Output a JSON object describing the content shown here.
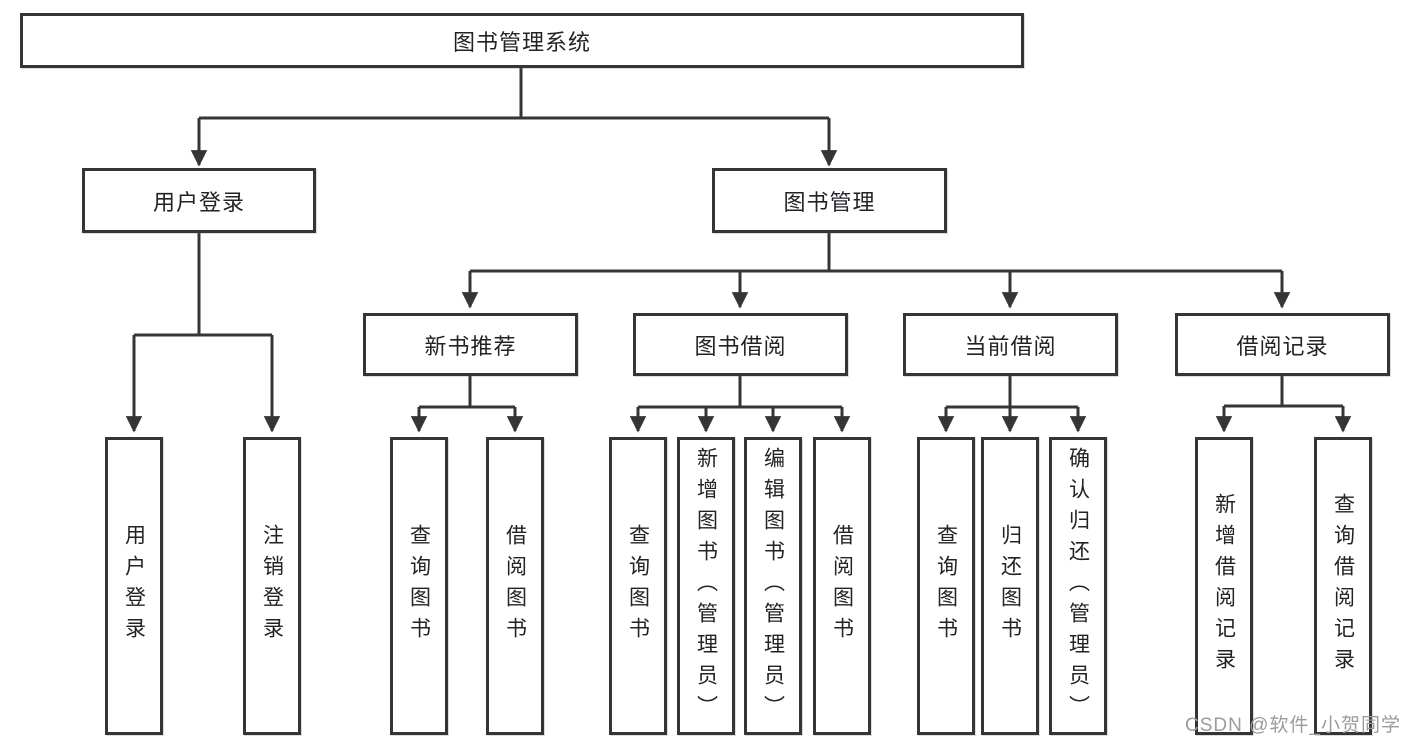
{
  "tree": {
    "root": {
      "label": "图书管理系统"
    },
    "branches": [
      {
        "label": "用户登录",
        "children": [
          {
            "label": "用户登录"
          },
          {
            "label": "注销登录"
          }
        ]
      },
      {
        "label": "图书管理",
        "children": [
          {
            "label": "新书推荐",
            "children": [
              {
                "label": "查询图书"
              },
              {
                "label": "借阅图书"
              }
            ]
          },
          {
            "label": "图书借阅",
            "children": [
              {
                "label": "查询图书"
              },
              {
                "label": "新增图书（管理员）"
              },
              {
                "label": "编辑图书（管理员）"
              },
              {
                "label": "借阅图书"
              }
            ]
          },
          {
            "label": "当前借阅",
            "children": [
              {
                "label": "查询图书"
              },
              {
                "label": "归还图书"
              },
              {
                "label": "确认归还（管理员）"
              }
            ]
          },
          {
            "label": "借阅记录",
            "children": [
              {
                "label": "新增借阅记录"
              },
              {
                "label": "查询借阅记录"
              }
            ]
          }
        ]
      }
    ]
  },
  "watermark": {
    "text": "CSDN @软件_小贺同学"
  },
  "colors": {
    "line": "#353535",
    "text": "#222326",
    "watermark": "#9b9ba1",
    "background": "#ffffff"
  }
}
